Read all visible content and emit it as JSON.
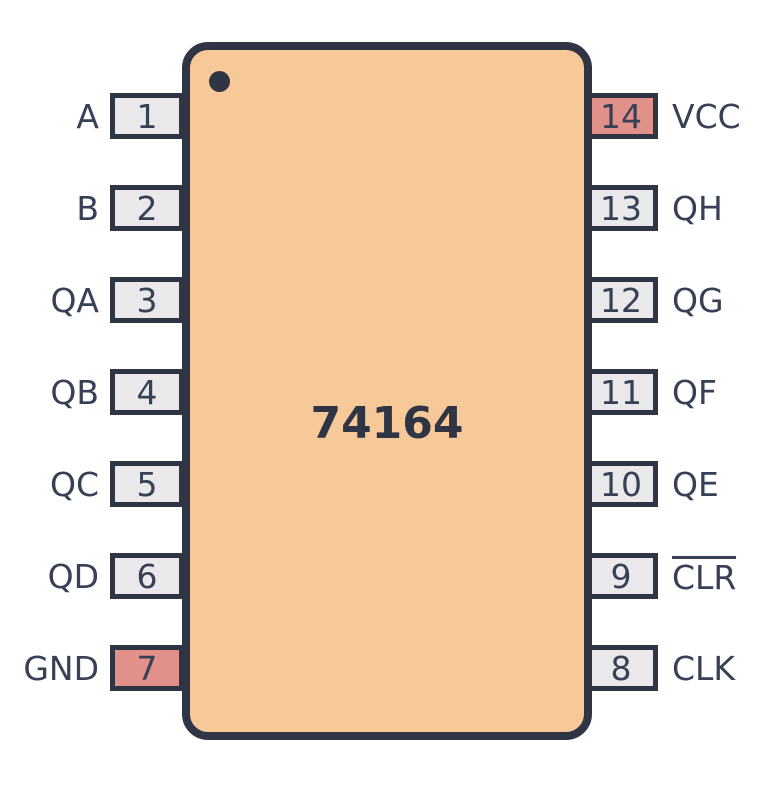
{
  "chip": {
    "title": "74164",
    "package": "DIP-14",
    "pin1_indicator": "dot"
  },
  "pins": {
    "left": [
      {
        "number": "1",
        "label": "A",
        "power": false
      },
      {
        "number": "2",
        "label": "B",
        "power": false
      },
      {
        "number": "3",
        "label": "QA",
        "power": false
      },
      {
        "number": "4",
        "label": "QB",
        "power": false
      },
      {
        "number": "5",
        "label": "QC",
        "power": false
      },
      {
        "number": "6",
        "label": "QD",
        "power": false
      },
      {
        "number": "7",
        "label": "GND",
        "power": true
      }
    ],
    "right": [
      {
        "number": "14",
        "label": "VCC",
        "power": true,
        "overline": false
      },
      {
        "number": "13",
        "label": "QH",
        "power": false,
        "overline": false
      },
      {
        "number": "12",
        "label": "QG",
        "power": false,
        "overline": false
      },
      {
        "number": "11",
        "label": "QF",
        "power": false,
        "overline": false
      },
      {
        "number": "10",
        "label": "QE",
        "power": false,
        "overline": false
      },
      {
        "number": "9",
        "label": "CLR",
        "power": false,
        "overline": true
      },
      {
        "number": "8",
        "label": "CLK",
        "power": false,
        "overline": false
      }
    ]
  },
  "colors": {
    "body": "#F8C998",
    "border": "#2F3545",
    "pin_fill": "#E9E9EC",
    "power_fill": "#E2908A",
    "text": "#384055",
    "title_text": "#2F3545"
  }
}
